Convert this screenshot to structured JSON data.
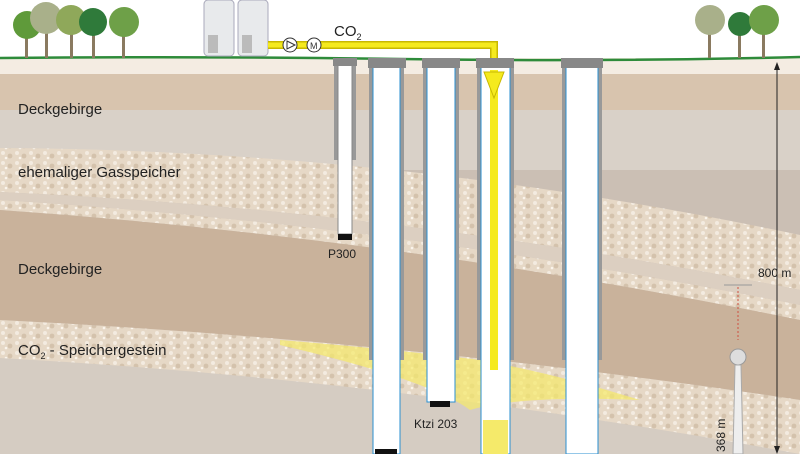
{
  "labels": {
    "overburden_top": "Deckgebirge",
    "former_gas_storage": "ehemaliger Gasspeicher",
    "overburden_mid": "Deckgebirge",
    "reservoir_prefix": "CO",
    "reservoir_sub": "2",
    "reservoir_suffix": " - Speichergestein",
    "co2_pipe": "CO",
    "co2_pipe_sub": "2"
  },
  "wells": {
    "observation": "P300",
    "injection": "Ktzi 203"
  },
  "scale": {
    "depth": "800 m",
    "tower_height": "368 m"
  },
  "colors": {
    "co2_yellow": "#f5ea1e",
    "ground_line": "#2e8b3a",
    "casing_blue": "#2a8fd0"
  }
}
